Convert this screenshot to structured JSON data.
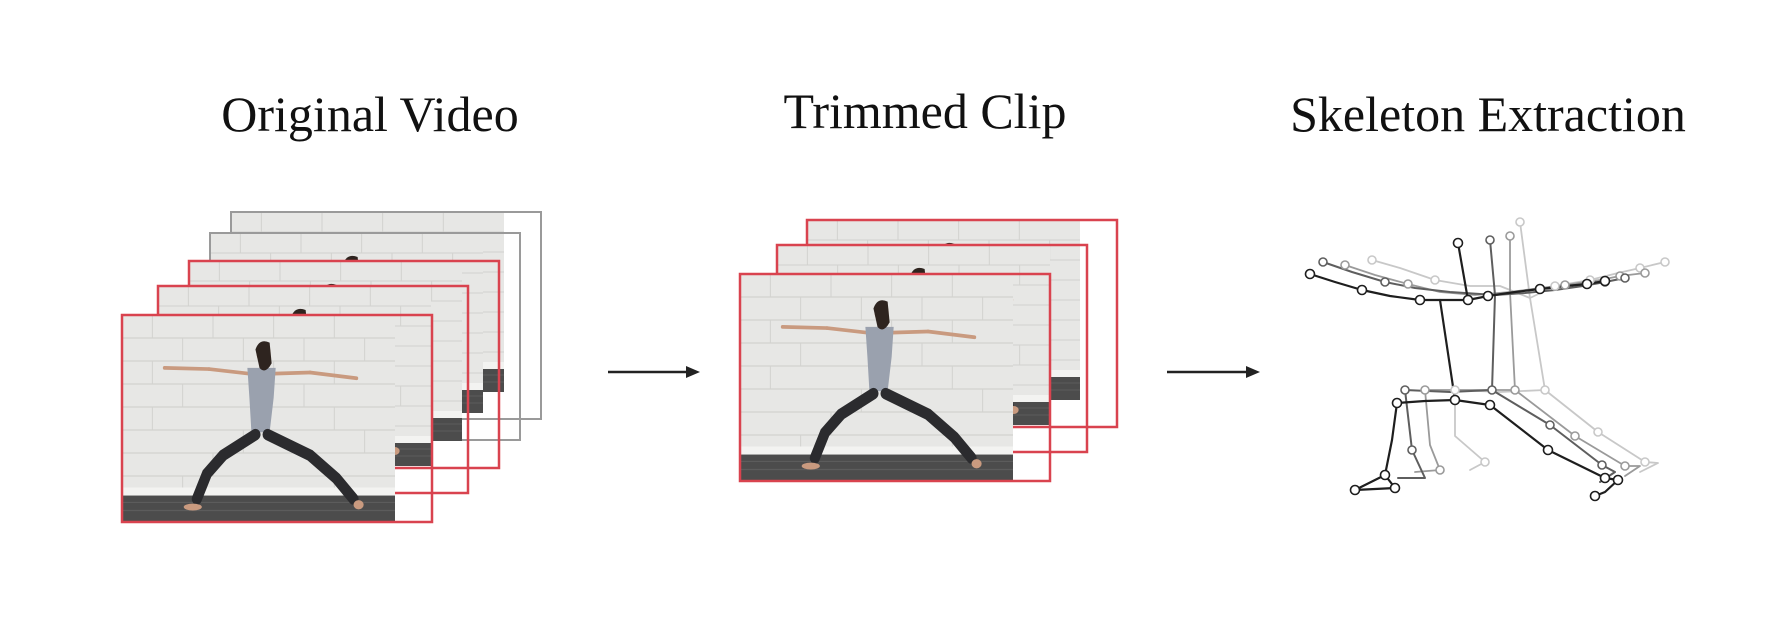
{
  "panels": [
    {
      "title": "Original Video",
      "frame_count": 5,
      "highlighted_frames": 3
    },
    {
      "title": "Trimmed Clip",
      "frame_count": 3,
      "highlighted_frames": 3
    },
    {
      "title": "Skeleton Extraction",
      "skeleton_count": 4
    }
  ],
  "arrows": 2,
  "colors": {
    "highlight_border": "#d9434f",
    "plain_border": "#9a9a9a",
    "wall": "#e7e7e5",
    "brick_line": "#d2d2cf",
    "floor": "#4c4c4c",
    "baseboard": "#f3f3f1",
    "shirt": "#9aa1ae",
    "pants": "#2b2b2e",
    "skin": "#c99a7f",
    "hair": "#2e241f",
    "arrow": "#222222",
    "skeleton_shades": [
      "#1e1e1e",
      "#5e5e5e",
      "#9a9a9a",
      "#c8c8c8"
    ]
  },
  "icons": {
    "arrow": "right-arrow-icon",
    "joint": "circle-joint-icon"
  }
}
